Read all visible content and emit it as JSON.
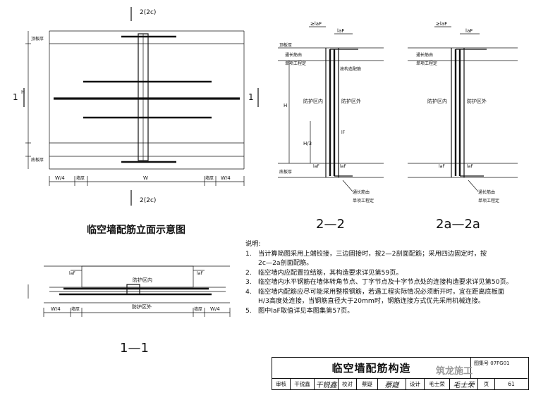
{
  "elevation": {
    "section_mark": "2(2c)",
    "section_mark_bottom": "2(2c)",
    "side_mark": "1",
    "side_mark_right": "1",
    "top_floor_label": "顶板厚",
    "bottom_floor_label": "底板厚",
    "height_label": "H",
    "w4_left": "W/4",
    "wall_thick_left": "墙厚",
    "w_label": "W",
    "wall_thick_right": "墙厚",
    "w4_right": "W/4",
    "caption": "临空墙配筋立面示意图"
  },
  "plan": {
    "lae_left": "laF",
    "lae_right": "laF",
    "inner_label": "防护区内",
    "outer_label": "防护区外",
    "w4_left": "W/4",
    "wall_thick_left": "墙厚",
    "wall_thick_right": "墙厚",
    "w4_right": "W/4",
    "caption": "1—1"
  },
  "section22": {
    "lae_top_a": "≥laF",
    "lae_top_b": "laF",
    "note_top": "通长筋由",
    "note_top2": "单项工程定",
    "tie_label": "按构造配筋",
    "inner": "防护区内",
    "outer": "防护区外",
    "h": "H",
    "h3": "H/3",
    "lf": "lF",
    "lae_bot_a": "laF",
    "lae_bot_b": "laF",
    "note_bot": "通长筋由",
    "note_bot2": "单项工程定",
    "top_slab": "顶板厚",
    "bot_slab": "底板厚",
    "caption": "2—2"
  },
  "section2a": {
    "lae_top_a": "≥laF",
    "lae_top_b": "laF",
    "note_top": "通长筋由",
    "note_top2": "单项工程定",
    "inner": "防护区内",
    "outer": "防护区外",
    "lae_bot_a": "laF",
    "lae_bot_b": "laF",
    "note_bot": "通长筋由",
    "note_bot2": "单项工程定",
    "caption": "2a—2a"
  },
  "notes": {
    "heading": "说明:",
    "items": [
      {
        "num": "1.",
        "text": "当计算简图采用上端铰接，三边固接时，按2—2剖面配筋；采用四边固定时，按",
        "cont": "2c—2a剖面配筋。"
      },
      {
        "num": "2.",
        "text": "临空墙内应配置拉结筋，其构造要求详见第59页。"
      },
      {
        "num": "3.",
        "text": "临空墙内水平钢筋在墙体转角节点、丁字节点及十字节点处的连接构造要求详见第50页。"
      },
      {
        "num": "4.",
        "text": "临空墙内配筋应尽可能采用整根钢筋，若遇工程实际情况必须断开时，宜在距离底板面",
        "cont": "H/3高度处连接，当钢筋直径大于20mm时，钢筋连接方式优先采用机械连接。"
      },
      {
        "num": "5.",
        "text": "图中laF取值详见本图集第57页。"
      }
    ]
  },
  "title_block": {
    "title": "临空墙配筋构造",
    "atlas_label": "图集号",
    "atlas_no": "07FG01",
    "row": [
      "审核",
      "干锐鑫",
      "校对",
      "蔡嶷",
      "设计",
      "毛士荣",
      "页",
      "61"
    ],
    "sig1": "干锐鑫",
    "sig2": "蔡嶷",
    "sig3": "毛士荣"
  },
  "watermark": "筑龙施工"
}
